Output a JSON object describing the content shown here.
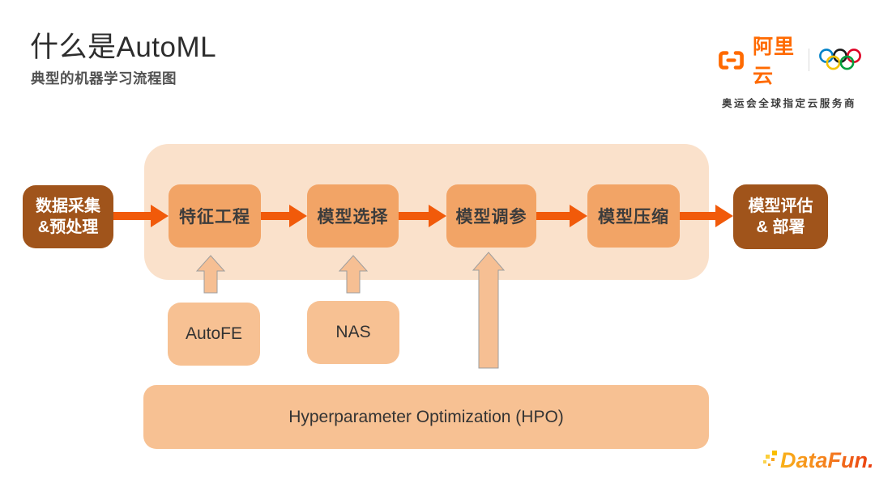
{
  "page": {
    "title": "什么是AutoML",
    "subtitle": "典型的机器学习流程图"
  },
  "header": {
    "brand": "阿里云",
    "tagline": "奥运会全球指定云服务商",
    "icons": {
      "brand_mark": "alibaba-cloud-bracket-icon",
      "rings": "olympic-rings-icon"
    },
    "olympic_ring_colors": [
      "#0081C8",
      "#1A1A1A",
      "#DF0024",
      "#F4C300",
      "#009F3D"
    ]
  },
  "flow": {
    "start": {
      "line1": "数据采集",
      "line2": "&预处理"
    },
    "stages": [
      {
        "label": "特征工程"
      },
      {
        "label": "模型选择"
      },
      {
        "label": "模型调参"
      },
      {
        "label": "模型压缩"
      }
    ],
    "end": {
      "line1": "模型评估",
      "line2": "& 部署"
    },
    "tools": [
      {
        "label": "AutoFE",
        "targets": "特征工程"
      },
      {
        "label": "NAS",
        "targets": "模型选择"
      }
    ],
    "hpo": {
      "label": "Hyperparameter Optimization (HPO)",
      "targets": "模型调参"
    }
  },
  "footer": {
    "brand": "DataFun.",
    "icon": "datafun-pixel-sparkle-icon"
  },
  "colors": {
    "flow_arrow": "#F15A0A",
    "dark_box": "#A0541B",
    "stage_box": "#F2A466",
    "pipeline_container": "#FAE1CB",
    "tool_box": "#F7C193",
    "up_arrow": "#F6BF93",
    "brand_orange": "#FF6A00",
    "title_text": "#2D2D2D",
    "subtitle_text": "#525252",
    "box_text": "#3C3C3C"
  }
}
